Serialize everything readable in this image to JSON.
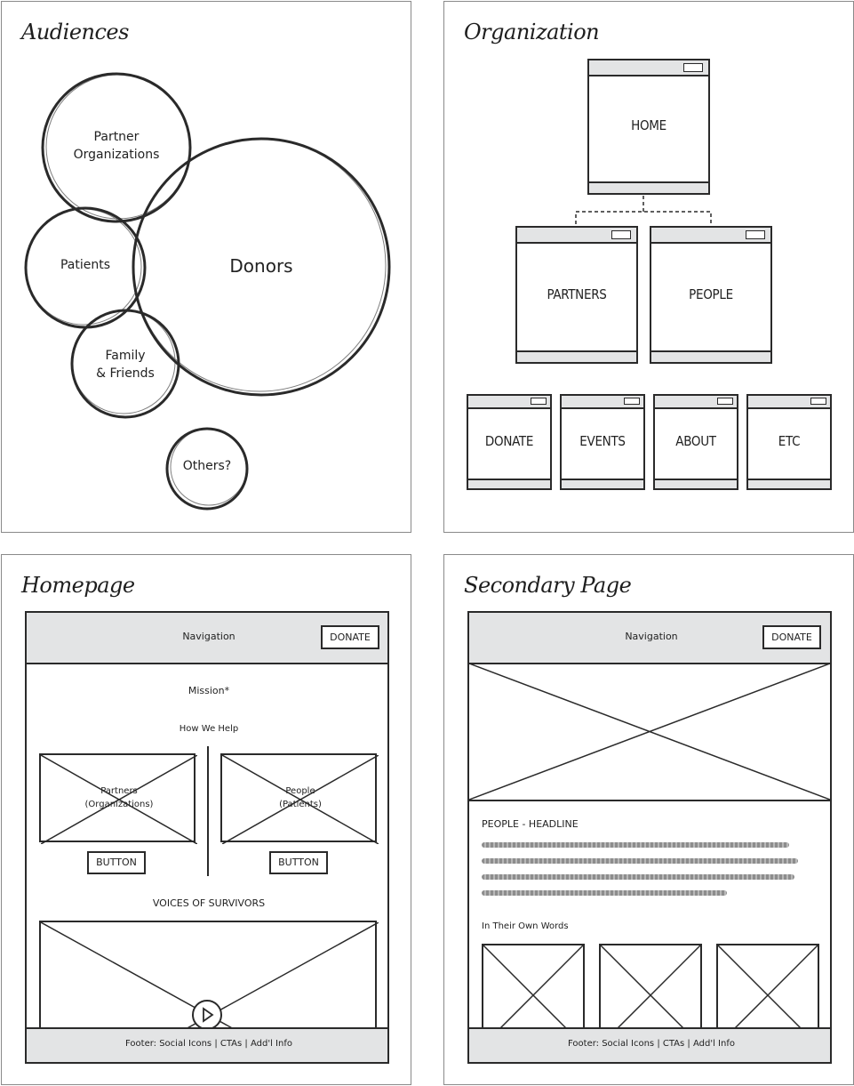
{
  "audiences": {
    "title": "Audiences",
    "circles": [
      {
        "key": "partner_orgs",
        "label_lines": [
          "Partner",
          "Organizations"
        ]
      },
      {
        "key": "patients",
        "label_lines": [
          "Patients"
        ]
      },
      {
        "key": "donors",
        "label_lines": [
          "Donors"
        ]
      },
      {
        "key": "family_friends",
        "label_lines": [
          "Family",
          "& Friends"
        ]
      },
      {
        "key": "others",
        "label_lines": [
          "Others?"
        ]
      }
    ]
  },
  "organization": {
    "title": "Organization",
    "pages": {
      "home": "HOME",
      "partners": "PARTNERS",
      "people": "PEOPLE",
      "donate": "DONATE",
      "events": "EVENTS",
      "about": "ABOUT",
      "etc": "ETC"
    }
  },
  "homepage": {
    "title": "Homepage",
    "nav_label": "Navigation",
    "donate_label": "DONATE",
    "mission": "Mission*",
    "how_we_help": "How We Help",
    "card_left_lines": [
      "Partners",
      "(Organizations)"
    ],
    "card_right_lines": [
      "People",
      "(Patients)"
    ],
    "button_label": "BUTTON",
    "voices": "VOICES OF SURVIVORS",
    "footer": "Footer: Social Icons | CTAs | Add'l Info"
  },
  "secondary": {
    "title": "Secondary Page",
    "nav_label": "Navigation",
    "donate_label": "DONATE",
    "headline": "PEOPLE - HEADLINE",
    "in_their_own_words": "In Their Own Words",
    "footer": "Footer: Social Icons | CTAs | Add'l Info"
  },
  "colors": {
    "ink": "#2a2a2a",
    "bar_fill": "#e3e4e5",
    "panel_border": "#8a8a8a",
    "scribble": "#8d8d8d"
  }
}
